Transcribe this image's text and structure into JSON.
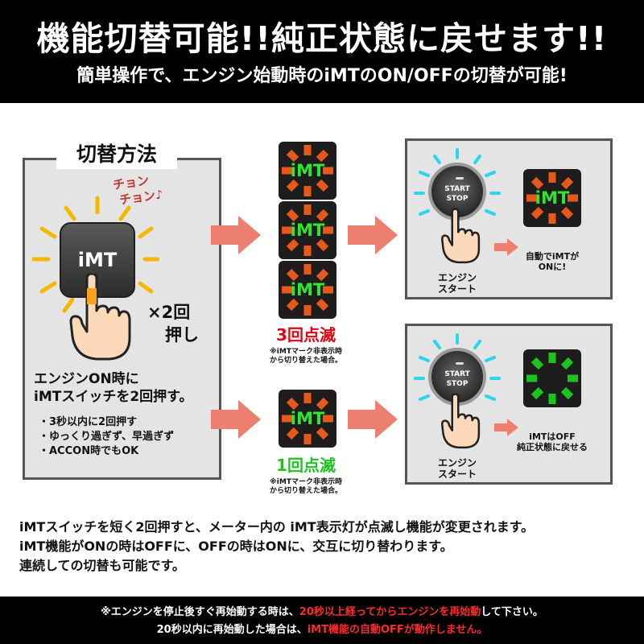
{
  "header": {
    "title": "機能切替可能!!純正状態に戻せます!!",
    "subtitle": "簡単操作で、エンジン始動時のiMTのON/OFFの切替が可能!"
  },
  "method": {
    "heading": "切替方法",
    "sfx_line1": "チョン",
    "sfx_line2": "チョン♪",
    "key_label": "iMT",
    "times": "×2回",
    "push": "押し",
    "instruction_line1": "エンジンON時に",
    "instruction_line2": "iMTスイッチを2回押す。",
    "bullets": [
      "・3秒以内に2回押す",
      "・ゆっくり過ぎず、早過ぎず",
      "・ACCON時でもOK"
    ]
  },
  "blink": {
    "lamp_label": "iMT",
    "three_times": "3回点滅",
    "one_time": "1回点滅",
    "note_line1": "※iMTマーク非表示時",
    "note_line2": "から切り替えた場合。"
  },
  "results": {
    "start_line1": "START",
    "start_line2": "STOP",
    "engine_line1": "エンジン",
    "engine_line2": "スタート",
    "on_result_line1": "自動でiMTが",
    "on_result_line2": "ONに!",
    "off_result_line1": "iMTはOFF",
    "off_result_line2": "純正状態に戻せる"
  },
  "description": {
    "line1": "iMTスイッチを短く2回押すと、メーター内の iMT表示灯が点滅し機能が変更されます。",
    "line2": "iMT機能がONの時はOFFに、OFFの時はONに、交互に切り替わります。",
    "line3": "連続しての切替も可能です。"
  },
  "footer": {
    "l1_a": "※エンジンを停止後すぐ再始動する時は、",
    "l1_b": "20秒以上経ってからエンジンを再始動",
    "l1_c": "して下さい。",
    "l2_a": "20秒以内に再始動した場合は、",
    "l2_b": "iMT機能の自動OFFが動作しません。"
  },
  "colors": {
    "orange_lamp": "#e8581a",
    "green_text": "#2ee82e",
    "green_lamp": "#1ec41e",
    "red_accent": "#e60012",
    "arrow": "#ec7f6f",
    "ray_yellow": "#f5b800",
    "ray_cyan": "#29d6f2"
  }
}
